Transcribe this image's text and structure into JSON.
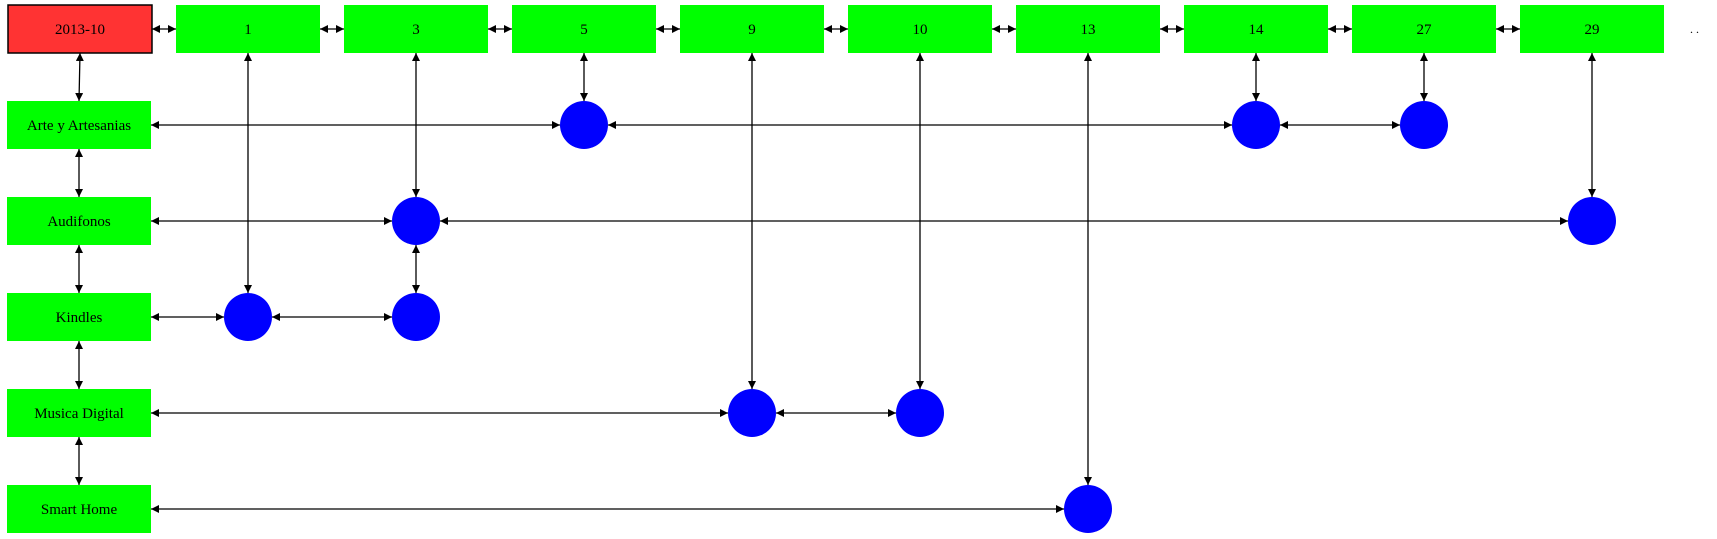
{
  "root": {
    "label": "2013-10",
    "color": "#ff3333"
  },
  "days": [
    {
      "id": "d1",
      "label": "1"
    },
    {
      "id": "d3",
      "label": "3"
    },
    {
      "id": "d5",
      "label": "5"
    },
    {
      "id": "d9",
      "label": "9"
    },
    {
      "id": "d10",
      "label": "10"
    },
    {
      "id": "d13",
      "label": "13"
    },
    {
      "id": "d14",
      "label": "14"
    },
    {
      "id": "d27",
      "label": "27"
    },
    {
      "id": "d29",
      "label": "29"
    }
  ],
  "categories": [
    {
      "id": "arte",
      "label": "Arte y Artesanias"
    },
    {
      "id": "audifonos",
      "label": "Audifonos"
    },
    {
      "id": "kindles",
      "label": "Kindles"
    },
    {
      "id": "musica",
      "label": "Musica Digital"
    },
    {
      "id": "smart",
      "label": "Smart Home"
    }
  ],
  "events": [
    {
      "category": "arte",
      "days": [
        "d5",
        "d14",
        "d27"
      ]
    },
    {
      "category": "audifonos",
      "days": [
        "d3",
        "d29"
      ]
    },
    {
      "category": "kindles",
      "days": [
        "d1",
        "d3"
      ]
    },
    {
      "category": "musica",
      "days": [
        "d9",
        "d10"
      ]
    },
    {
      "category": "smart",
      "days": [
        "d13"
      ]
    }
  ],
  "trailing": ". .",
  "colors": {
    "day_box": "#00ff00",
    "category_box": "#00ff00",
    "event_node": "#0000ff",
    "edge": "#000000"
  }
}
